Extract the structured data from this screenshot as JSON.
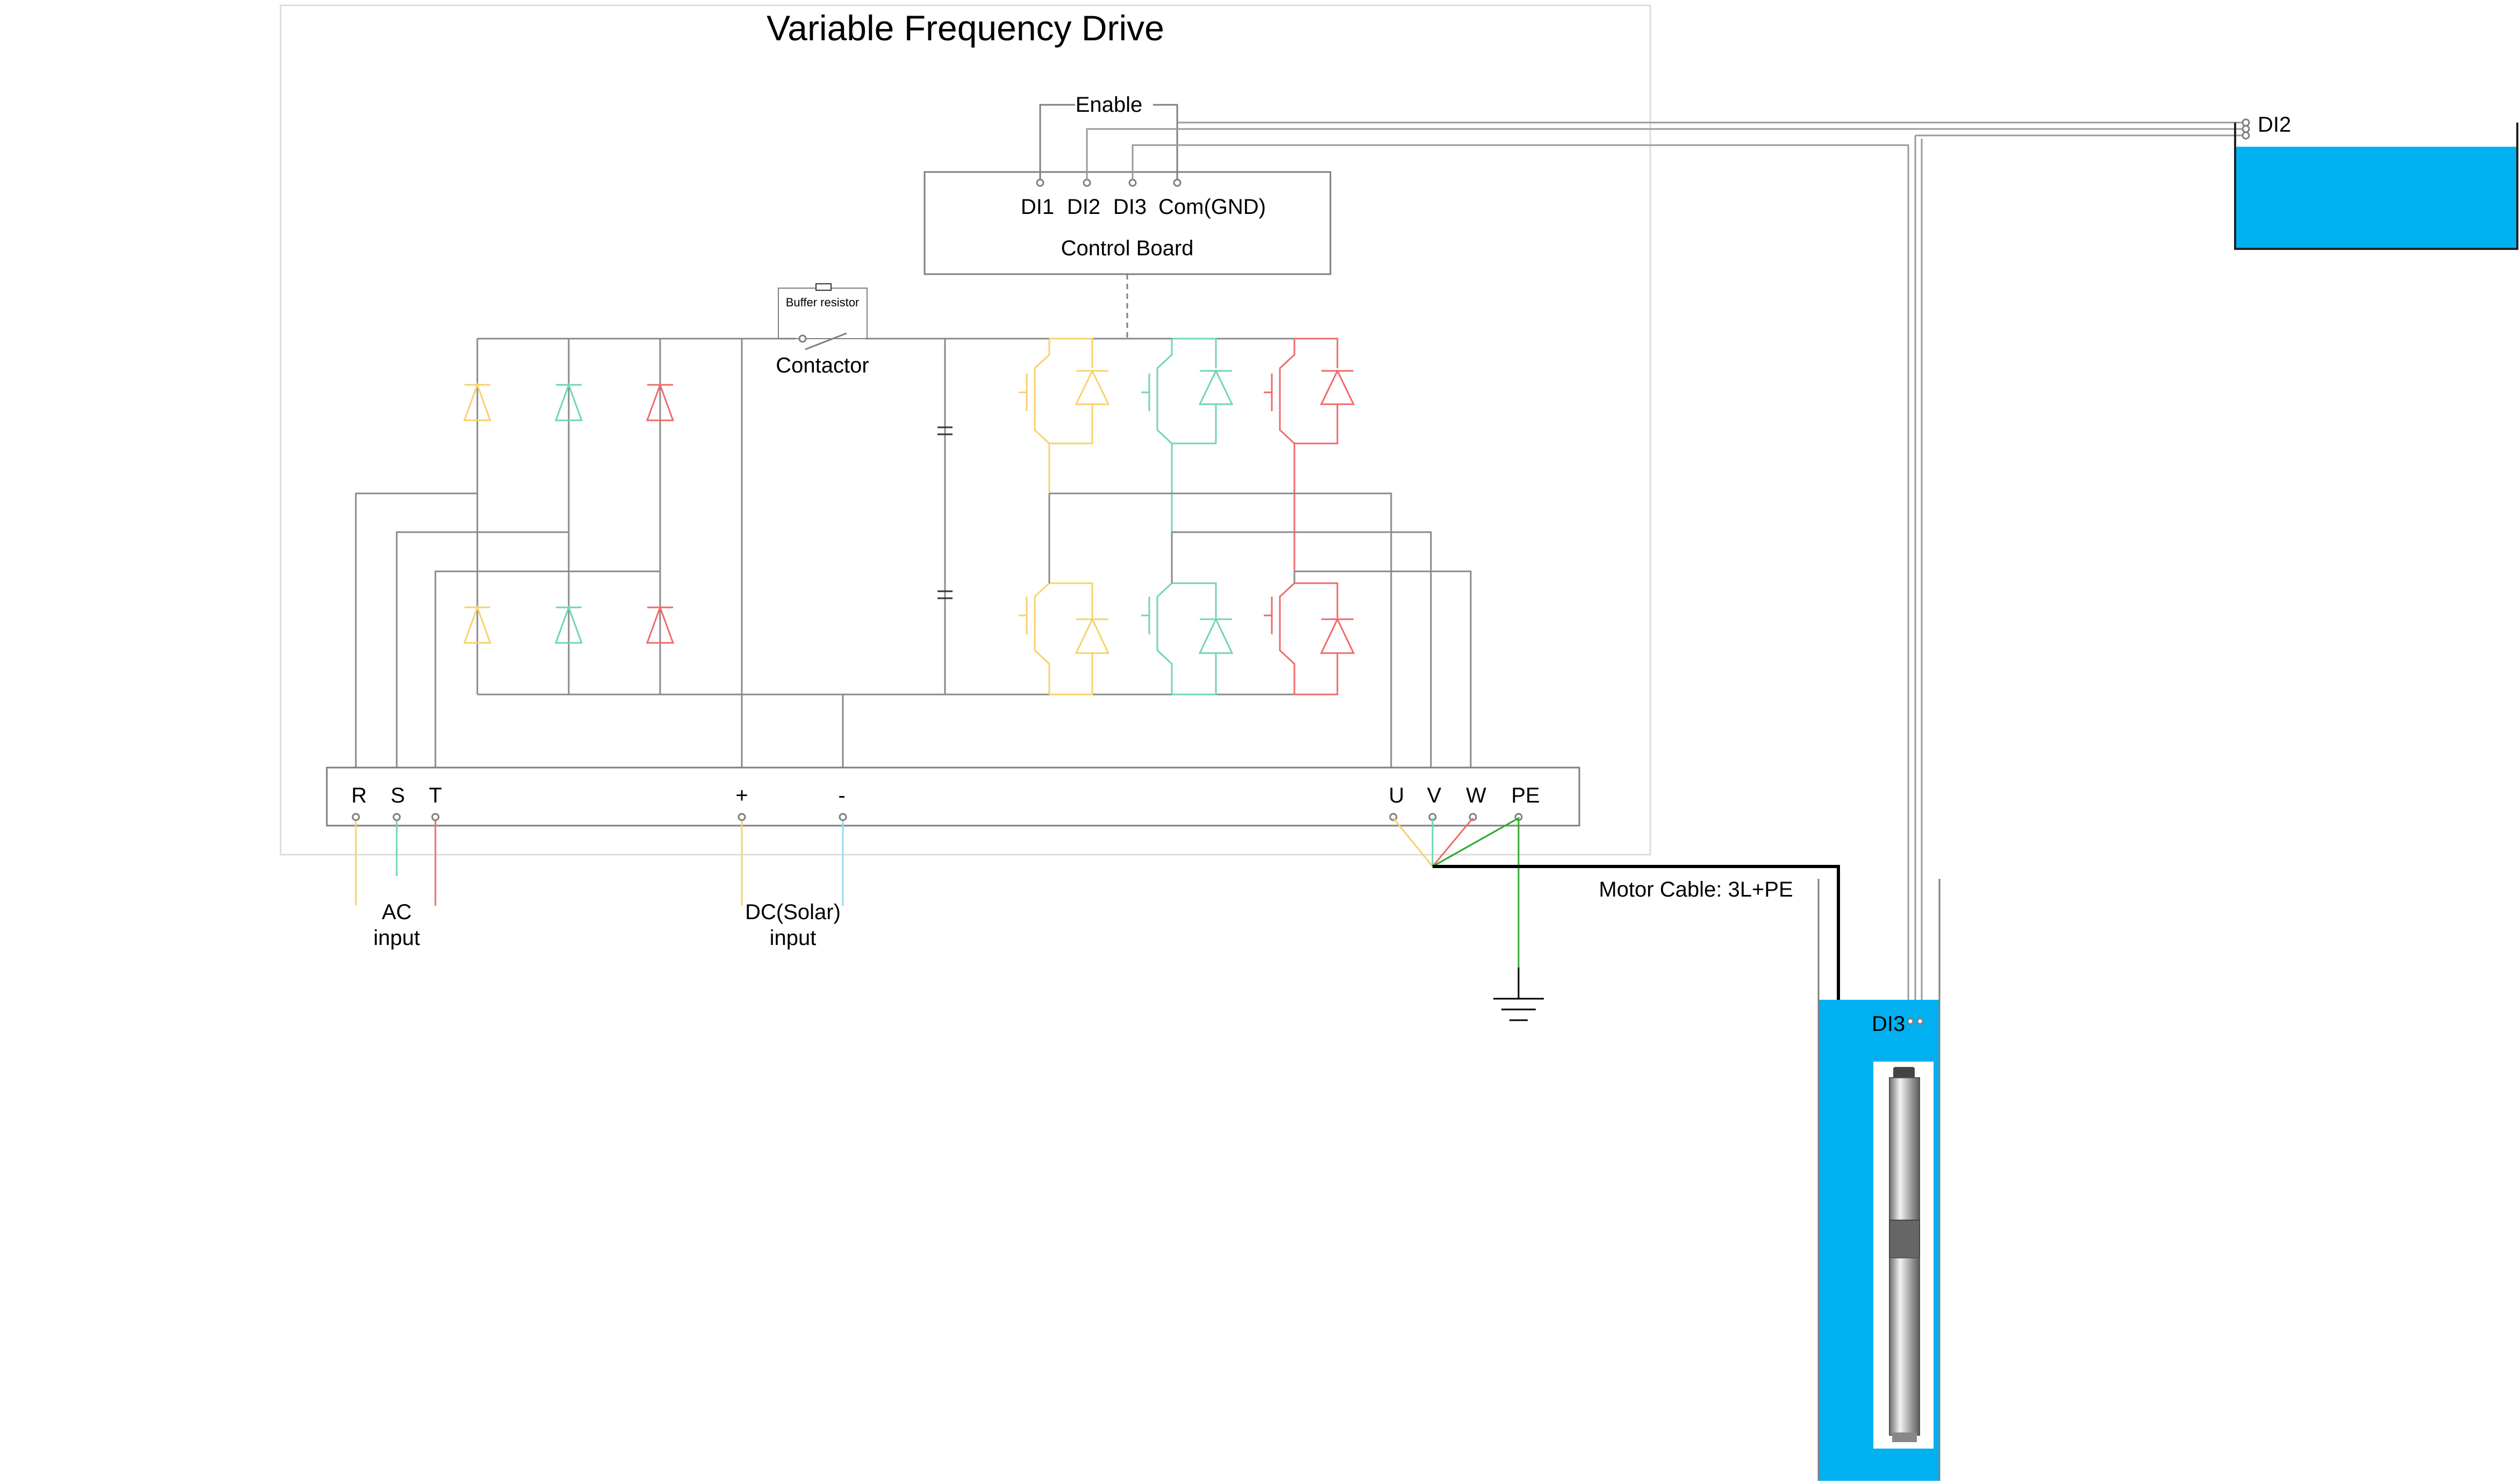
{
  "diagram": {
    "title": "Variable Frequency Drive",
    "enable_label": "Enable",
    "control_board": {
      "label": "Control Board",
      "terminals": [
        "DI1",
        "DI2",
        "DI3",
        "Com(GND)"
      ]
    },
    "buffer_resistor_label": "Buffer resistor",
    "contactor_label": "Contactor",
    "ac_terminals": [
      "R",
      "S",
      "T"
    ],
    "dc_terminals": [
      "+",
      "-"
    ],
    "output_terminals": [
      "U",
      "V",
      "W",
      "PE"
    ],
    "ac_input_label": [
      "AC",
      "input"
    ],
    "dc_input_label": [
      "DC(Solar)",
      "input"
    ],
    "motor_cable_label": "Motor Cable: 3L+PE",
    "tank_sensor_label": "DI2",
    "well_sensor_label": "DI3",
    "colors": {
      "phase_r": "#f7d26a",
      "phase_s": "#6fd6b0",
      "phase_t": "#f06a6a",
      "dc_plus": "#f7d26a",
      "dc_minus": "#8fdcef",
      "pe": "#33aa33",
      "water": "#00b0f0",
      "wire": "#7f7f7f"
    }
  }
}
